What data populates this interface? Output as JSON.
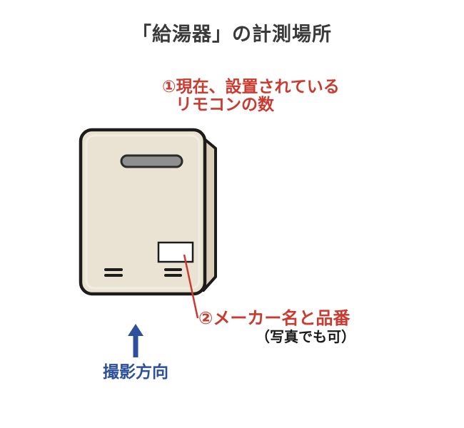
{
  "title": "「給湯器」の計測場所",
  "annotations": {
    "remote_count": {
      "line1": "①現在、設置されている",
      "line2": "リモコンの数"
    },
    "maker_model": {
      "label": "②メーカー名と品番",
      "note": "（写真でも可）"
    },
    "shooting_direction": {
      "label": "撮影方向"
    }
  },
  "illustration": {
    "subject": "water-heater",
    "parts": [
      "side-panel",
      "heater-body",
      "exhaust-slot",
      "model-plate",
      "vent-slits",
      "pointer-line",
      "direction-arrow"
    ]
  },
  "colors": {
    "title": "#3a3a3a",
    "red": "#cb392f",
    "blue": "#2d4f9c",
    "note": "#1a1a1a",
    "outline": "#1d1c1a",
    "body": "#eae3d4",
    "side": "#dbcfba",
    "slot": "#8f8f8f",
    "slot_border": "#2b2b29",
    "label_plate": "#ffffff",
    "highlight": "#f3eee3"
  }
}
